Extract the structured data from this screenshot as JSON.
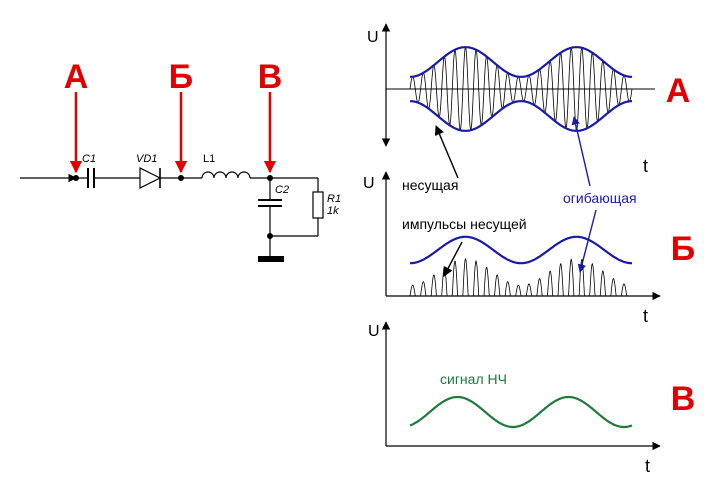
{
  "points": {
    "a": "А",
    "b": "Б",
    "v": "В"
  },
  "components": {
    "c1": "C1",
    "vd1": "VD1",
    "l1": "L1",
    "c2": "C2",
    "r1": "R1",
    "r1_value": "1k"
  },
  "graphs": {
    "u_label": "U",
    "t_label": "t",
    "panel_a": {
      "tag": "А"
    },
    "panel_b": {
      "tag": "Б"
    },
    "panel_v": {
      "tag": "В"
    }
  },
  "annotations": {
    "carrier": "несущая",
    "envelope": "огибающая",
    "carrier_pulses": "импульсы несущей",
    "lf_signal": "сигнал НЧ"
  },
  "colors": {
    "marker_red": "#e00000",
    "envelope_blue": "#1a1aa8",
    "lf_green": "#1f7a3c",
    "wire": "#000000"
  }
}
